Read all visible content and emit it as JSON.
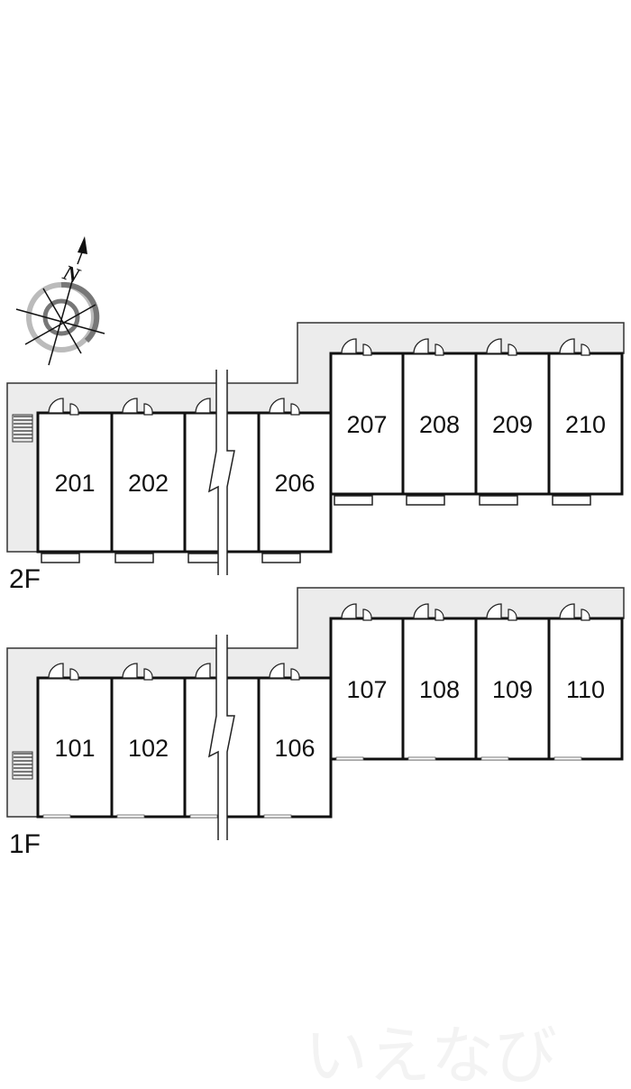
{
  "compass": {
    "north_label": "N"
  },
  "floors": [
    {
      "label": "2F",
      "units_left": [
        "201",
        "202",
        "",
        "206"
      ],
      "units_right": [
        "207",
        "208",
        "209",
        "210"
      ]
    },
    {
      "label": "1F",
      "units_left": [
        "101",
        "102",
        "",
        "106"
      ],
      "units_right": [
        "107",
        "108",
        "109",
        "110"
      ]
    }
  ],
  "watermark": "いえなび",
  "colors": {
    "corridor": "#ececec",
    "wall": "#111111"
  }
}
